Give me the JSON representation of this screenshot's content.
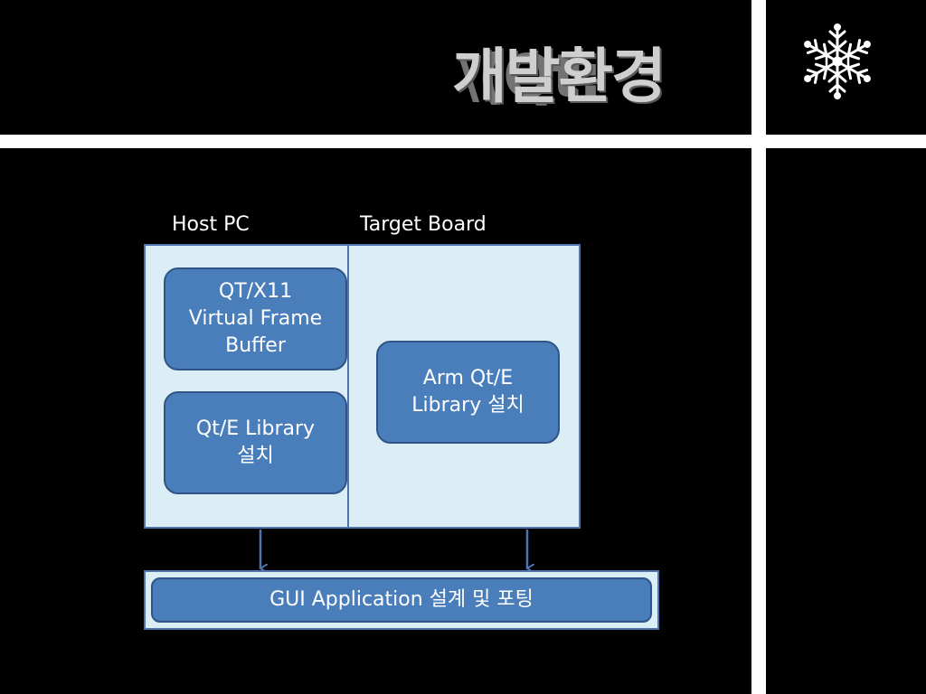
{
  "slide": {
    "title": "개발환경",
    "title_overlay": "\\(Qt:",
    "colors": {
      "background": "#000000",
      "panel_fill": "#dbeef6",
      "node_fill": "#4a7ebb",
      "border": "#4f74ae"
    },
    "icon": "snowflake-icon"
  },
  "diagram": {
    "host_label": "Host PC",
    "target_label": "Target Board",
    "nodes": {
      "qt_x11": "QT/X11\nVirtual Frame\nBuffer",
      "qte_library": "Qt/E Library\n설치",
      "arm_qte": "Arm Qt/E\nLibrary 설치",
      "gui_app": "GUI Application 설계 및 포팅"
    }
  }
}
